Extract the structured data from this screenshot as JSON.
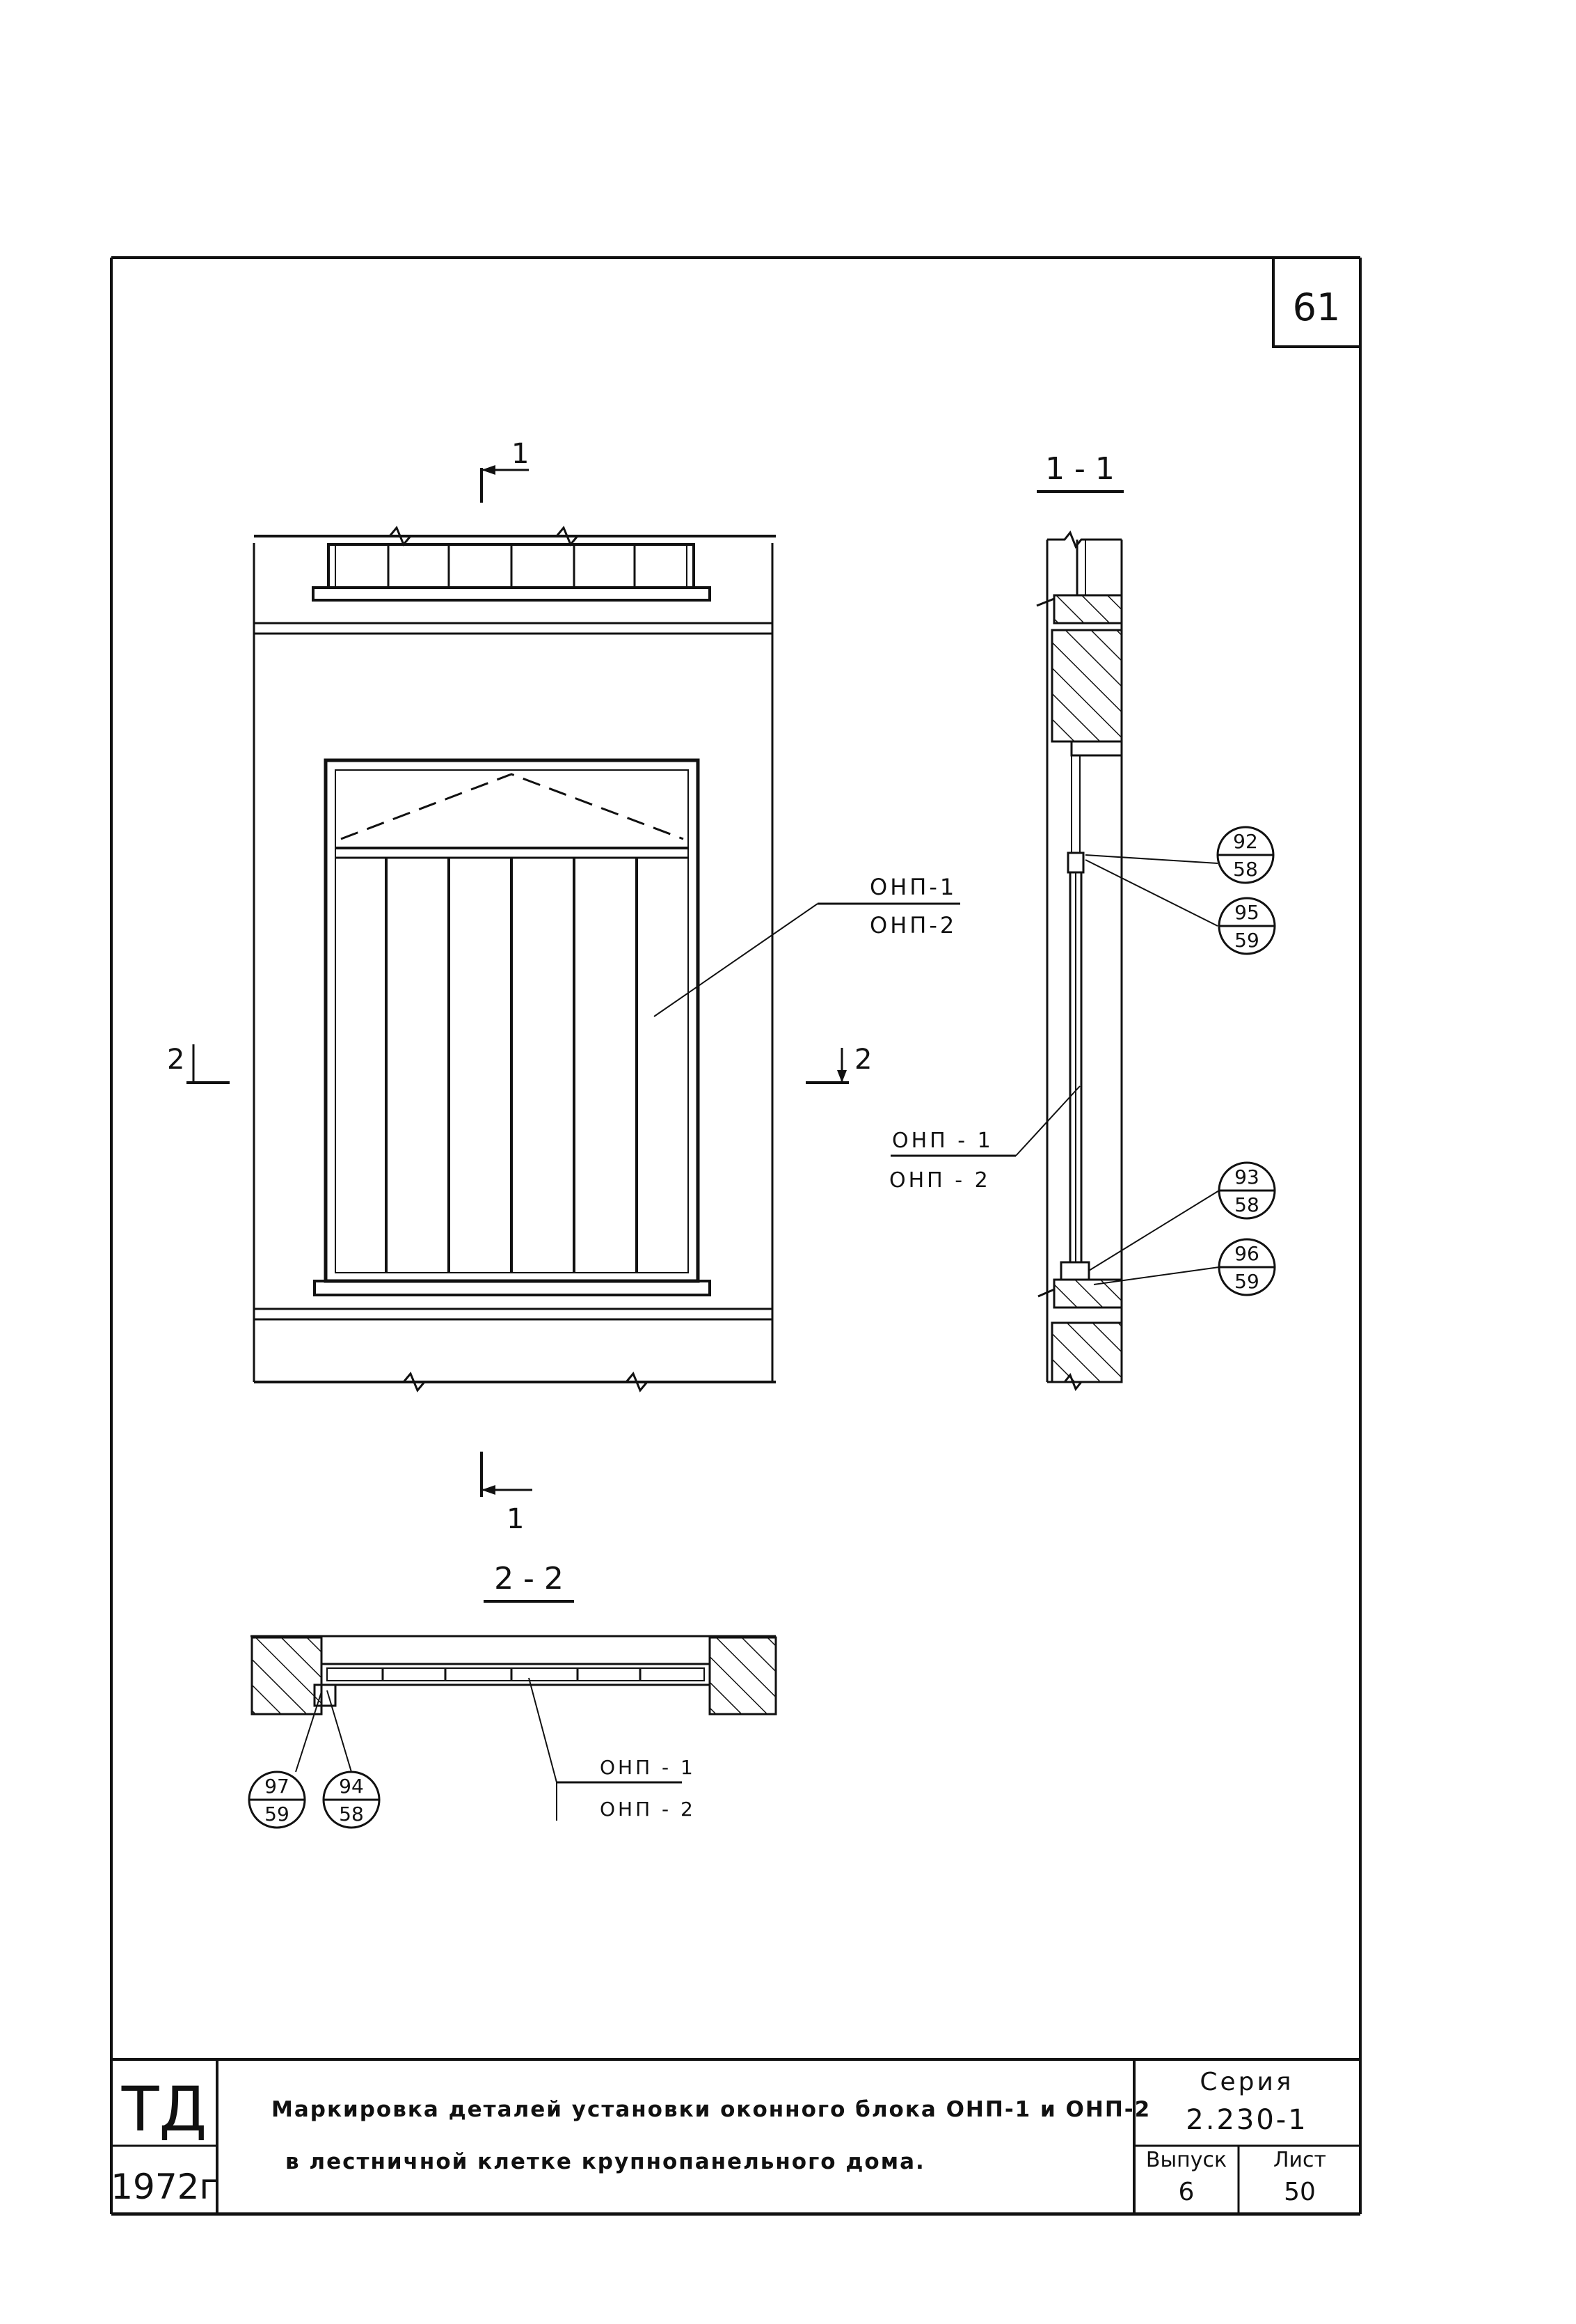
{
  "sheet": {
    "page_number": "61"
  },
  "elevation": {
    "section_marker_top": "1",
    "section_marker_bottom": "1",
    "section_left": "2",
    "section_right": "2",
    "leader_labels": [
      "ОНП-1",
      "ОНП-2"
    ]
  },
  "section_1_1": {
    "title": "1 - 1",
    "callouts": [
      {
        "top": "92",
        "bottom": "58"
      },
      {
        "top": "95",
        "bottom": "59"
      },
      {
        "top": "93",
        "bottom": "58"
      },
      {
        "top": "96",
        "bottom": "59"
      }
    ],
    "leader_labels": [
      "ОНП - 1",
      "ОНП - 2"
    ]
  },
  "section_2_2": {
    "title": "2 - 2",
    "callouts": [
      {
        "top": "97",
        "bottom": "59"
      },
      {
        "top": "94",
        "bottom": "58"
      }
    ],
    "leader_labels": [
      "ОНП - 1",
      "ОНП - 2"
    ]
  },
  "title_block": {
    "org": "ТД",
    "year": "1972г",
    "title_line1": "Маркировка деталей установки оконного блока ОНП-1 и ОНП-2",
    "title_line2": "в лестничной клетке крупнопанельного дома.",
    "series_label": "Серия",
    "series_value": "2.230-1",
    "issue_label": "Выпуск",
    "issue_value": "6",
    "sheet_label": "Лист",
    "sheet_value": "50"
  }
}
